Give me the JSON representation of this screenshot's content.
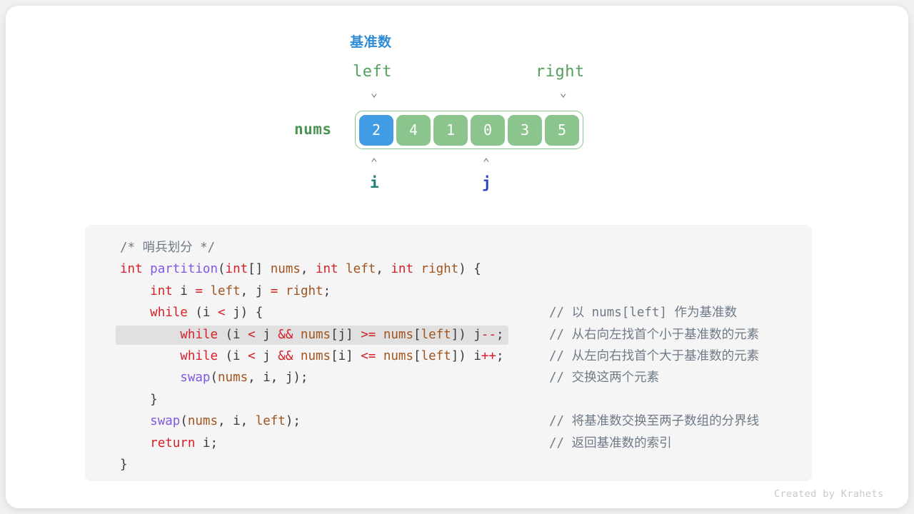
{
  "diagram": {
    "pivot_title": "基准数",
    "nums_label": "nums",
    "left_label": "left",
    "right_label": "right",
    "caret_down": "⌄",
    "caret_up": "⌃",
    "pointer_i": "i",
    "pointer_j": "j",
    "array_values": [
      "2",
      "4",
      "1",
      "0",
      "3",
      "5"
    ],
    "pivot_index": 0,
    "i_index": 0,
    "j_index": 3,
    "colors": {
      "pivot_cell": "#419ce4",
      "normal_cell": "#8cc48e",
      "nums_label": "#4a9553",
      "bound_label": "#54a05c",
      "pivot_title": "#2e8bd4",
      "pointer_i": "#19817a",
      "pointer_j": "#2c44c4"
    }
  },
  "code": {
    "language": "java",
    "highlighted_line": 4,
    "lines": [
      {
        "tokens": [
          {
            "t": "/* 哨兵划分 */",
            "c": "cmt"
          }
        ],
        "comment": ""
      },
      {
        "tokens": [
          {
            "t": "int",
            "c": "kw"
          },
          {
            "t": " ",
            "c": "pun"
          },
          {
            "t": "partition",
            "c": "fn"
          },
          {
            "t": "(",
            "c": "pun"
          },
          {
            "t": "int",
            "c": "kw"
          },
          {
            "t": "[] ",
            "c": "pun"
          },
          {
            "t": "nums",
            "c": "var"
          },
          {
            "t": ", ",
            "c": "pun"
          },
          {
            "t": "int",
            "c": "kw"
          },
          {
            "t": " ",
            "c": "pun"
          },
          {
            "t": "left",
            "c": "var"
          },
          {
            "t": ", ",
            "c": "pun"
          },
          {
            "t": "int",
            "c": "kw"
          },
          {
            "t": " ",
            "c": "pun"
          },
          {
            "t": "right",
            "c": "var"
          },
          {
            "t": ") {",
            "c": "pun"
          }
        ],
        "comment": ""
      },
      {
        "tokens": [
          {
            "t": "    ",
            "c": "pun"
          },
          {
            "t": "int",
            "c": "kw"
          },
          {
            "t": " i ",
            "c": "pun"
          },
          {
            "t": "=",
            "c": "op"
          },
          {
            "t": " ",
            "c": "pun"
          },
          {
            "t": "left",
            "c": "var"
          },
          {
            "t": ", j ",
            "c": "pun"
          },
          {
            "t": "=",
            "c": "op"
          },
          {
            "t": " ",
            "c": "pun"
          },
          {
            "t": "right",
            "c": "var"
          },
          {
            "t": ";",
            "c": "pun"
          }
        ],
        "comment": ""
      },
      {
        "tokens": [
          {
            "t": "    ",
            "c": "pun"
          },
          {
            "t": "while",
            "c": "kw"
          },
          {
            "t": " (i ",
            "c": "pun"
          },
          {
            "t": "<",
            "c": "op"
          },
          {
            "t": " j) {",
            "c": "pun"
          }
        ],
        "comment": "// 以 nums[left] 作为基准数"
      },
      {
        "tokens": [
          {
            "t": "        ",
            "c": "pun"
          },
          {
            "t": "while",
            "c": "kw"
          },
          {
            "t": " (i ",
            "c": "pun"
          },
          {
            "t": "<",
            "c": "op"
          },
          {
            "t": " j ",
            "c": "pun"
          },
          {
            "t": "&&",
            "c": "op"
          },
          {
            "t": " ",
            "c": "pun"
          },
          {
            "t": "nums",
            "c": "var"
          },
          {
            "t": "[j] ",
            "c": "pun"
          },
          {
            "t": ">=",
            "c": "op"
          },
          {
            "t": " ",
            "c": "pun"
          },
          {
            "t": "nums",
            "c": "var"
          },
          {
            "t": "[",
            "c": "pun"
          },
          {
            "t": "left",
            "c": "var"
          },
          {
            "t": "]) j",
            "c": "pun"
          },
          {
            "t": "--",
            "c": "op"
          },
          {
            "t": ";",
            "c": "pun"
          }
        ],
        "comment": "// 从右向左找首个小于基准数的元素"
      },
      {
        "tokens": [
          {
            "t": "        ",
            "c": "pun"
          },
          {
            "t": "while",
            "c": "kw"
          },
          {
            "t": " (i ",
            "c": "pun"
          },
          {
            "t": "<",
            "c": "op"
          },
          {
            "t": " j ",
            "c": "pun"
          },
          {
            "t": "&&",
            "c": "op"
          },
          {
            "t": " ",
            "c": "pun"
          },
          {
            "t": "nums",
            "c": "var"
          },
          {
            "t": "[i] ",
            "c": "pun"
          },
          {
            "t": "<=",
            "c": "op"
          },
          {
            "t": " ",
            "c": "pun"
          },
          {
            "t": "nums",
            "c": "var"
          },
          {
            "t": "[",
            "c": "pun"
          },
          {
            "t": "left",
            "c": "var"
          },
          {
            "t": "]) i",
            "c": "pun"
          },
          {
            "t": "++",
            "c": "op"
          },
          {
            "t": ";",
            "c": "pun"
          }
        ],
        "comment": "// 从左向右找首个大于基准数的元素"
      },
      {
        "tokens": [
          {
            "t": "        ",
            "c": "pun"
          },
          {
            "t": "swap",
            "c": "fn"
          },
          {
            "t": "(",
            "c": "pun"
          },
          {
            "t": "nums",
            "c": "var"
          },
          {
            "t": ", i, j);",
            "c": "pun"
          }
        ],
        "comment": "// 交换这两个元素"
      },
      {
        "tokens": [
          {
            "t": "    }",
            "c": "pun"
          }
        ],
        "comment": ""
      },
      {
        "tokens": [
          {
            "t": "    ",
            "c": "pun"
          },
          {
            "t": "swap",
            "c": "fn"
          },
          {
            "t": "(",
            "c": "pun"
          },
          {
            "t": "nums",
            "c": "var"
          },
          {
            "t": ", i, ",
            "c": "pun"
          },
          {
            "t": "left",
            "c": "var"
          },
          {
            "t": ");",
            "c": "pun"
          }
        ],
        "comment": "// 将基准数交换至两子数组的分界线"
      },
      {
        "tokens": [
          {
            "t": "    ",
            "c": "pun"
          },
          {
            "t": "return",
            "c": "kw"
          },
          {
            "t": " i;",
            "c": "pun"
          }
        ],
        "comment": "// 返回基准数的索引"
      },
      {
        "tokens": [
          {
            "t": "}",
            "c": "pun"
          }
        ],
        "comment": ""
      }
    ]
  },
  "footer": {
    "credit": "Created by Krahets"
  }
}
